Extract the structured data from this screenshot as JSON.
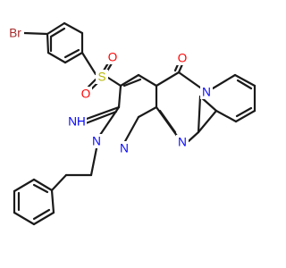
{
  "colors": {
    "bond": "#1a1a1a",
    "carbon": "#1a1a1a",
    "oxygen": "#ff0000",
    "nitrogen": "#0000ff",
    "sulfur": "#b5b500",
    "bromine": "#a52a2a",
    "background": "#ffffff"
  },
  "atoms": {
    "br": {
      "label": "Br",
      "element": "bromine"
    },
    "s": {
      "label": "S",
      "element": "sulfur"
    },
    "o1": {
      "label": "O",
      "element": "oxygen"
    },
    "o2": {
      "label": "O",
      "element": "oxygen"
    },
    "o_co": {
      "label": "O",
      "element": "oxygen"
    },
    "n_py": {
      "label": "N",
      "element": "nitrogen"
    },
    "n_im": {
      "label": "N",
      "element": "nitrogen"
    },
    "n_ar": {
      "label": "N",
      "element": "nitrogen"
    },
    "n_ring": {
      "label": "N",
      "element": "nitrogen"
    },
    "nh": {
      "label": "NH",
      "element": "nitrogen"
    }
  }
}
